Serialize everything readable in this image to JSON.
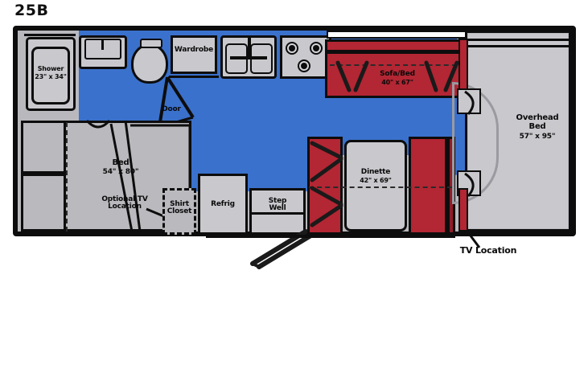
{
  "title": "25B",
  "colors": {
    "floor_blue": "#3a71cc",
    "upholstery_red": "#b32633",
    "cabinet_gray": "#b9b9be",
    "outline_black": "#0d0d0d",
    "background": "#ffffff"
  },
  "floorplan": {
    "model": "25B",
    "type": "rv-class-c-floorplan",
    "rooms": [
      {
        "name": "shower",
        "label": "Shower",
        "dimensions": "23\" x 34\""
      },
      {
        "name": "lavatory-sink",
        "label": ""
      },
      {
        "name": "toilet",
        "label": ""
      },
      {
        "name": "wardrobe",
        "label": "Wardrobe"
      },
      {
        "name": "door",
        "label": "Door"
      },
      {
        "name": "galley-sink",
        "label": ""
      },
      {
        "name": "range",
        "label": ""
      },
      {
        "name": "sofa-bed",
        "label": "Sofa/Bed",
        "dimensions": "40\" x 67\""
      },
      {
        "name": "overhead-bed",
        "label": "Overhead\nBed",
        "dimensions": "57\" x 95\""
      },
      {
        "name": "bed",
        "label": "Bed",
        "dimensions": "54\" x 80\""
      },
      {
        "name": "optional-tv-location",
        "label": "Optional TV\nLocation"
      },
      {
        "name": "shirt-closet",
        "label": "Shirt\nCloset"
      },
      {
        "name": "refrigerator",
        "label": "Refrig"
      },
      {
        "name": "step-well",
        "label": "Step\nWell"
      },
      {
        "name": "dinette",
        "label": "Dinette",
        "dimensions": "42\" x 69\""
      },
      {
        "name": "tv-location",
        "label": "TV Location"
      }
    ]
  },
  "labels": {
    "shower": "Shower",
    "shower_dim": "23\" x 34\"",
    "wardrobe": "Wardrobe",
    "door": "Door",
    "sofa_bed": "Sofa/Bed",
    "sofa_bed_dim": "40\" x 67\"",
    "overhead_bed": "Overhead\nBed",
    "overhead_bed_dim": "57\" x 95\"",
    "bed": "Bed",
    "bed_dim": "54\" x 80\"",
    "optional_tv": "Optional TV\nLocation",
    "shirt_closet": "Shirt\nCloset",
    "refrig": "Refrig",
    "step_well": "Step\nWell",
    "dinette": "Dinette",
    "dinette_dim": "42\" x 69\"",
    "tv_location": "TV Location"
  }
}
